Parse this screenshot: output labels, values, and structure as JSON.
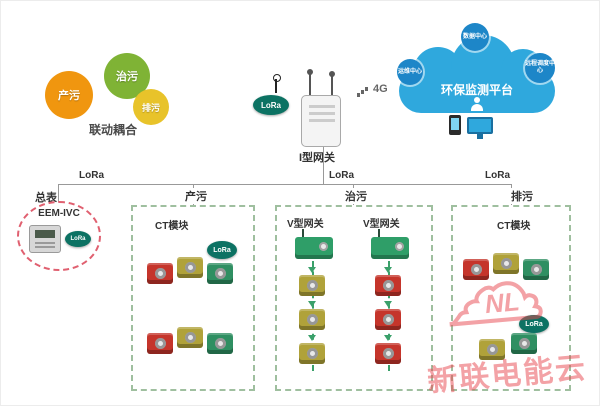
{
  "palette": {
    "gear_orange": "#f0960f",
    "gear_green": "#7fb335",
    "gear_yellow": "#e8c32a",
    "cloud_blue": "#2fa8dd",
    "cloud_node_blue": "#1d86c8",
    "lora_badge_green": "#0c7263",
    "module_red": "#c5352b",
    "module_yellow": "#b0a23a",
    "module_green": "#2f8f62",
    "box_border_green": "#9fbf9f",
    "meter_ring_red": "#e06070",
    "line_gray": "#999999",
    "watermark_red": "#e8474f"
  },
  "gears": {
    "gear1": "产污",
    "gear2": "治污",
    "gear3": "排污",
    "caption": "联动耦合"
  },
  "uplink": {
    "lora_label": "LoRa",
    "gateway_label": "I型网关",
    "g4_label": "4G"
  },
  "cloud": {
    "title": "环保监测平台",
    "nodes": [
      "数据中心",
      "运维中心",
      "远程调度中心"
    ]
  },
  "bus": {
    "lora_left": "LoRa",
    "lora_mid": "LoRa",
    "lora_right": "LoRa"
  },
  "meter": {
    "label": "总表",
    "device": "EEM-IVC",
    "badge": "LoRa"
  },
  "boxes": [
    {
      "title": "产污",
      "subtitle": "CT模块",
      "badge": "LoRa"
    },
    {
      "title": "治污",
      "gateway1": "V型网关",
      "gateway2": "V型网关"
    },
    {
      "title": "排污",
      "subtitle": "CT模块",
      "badge": "LoRa"
    }
  ],
  "watermark": {
    "logo": "NL",
    "text": "新联电能云"
  }
}
